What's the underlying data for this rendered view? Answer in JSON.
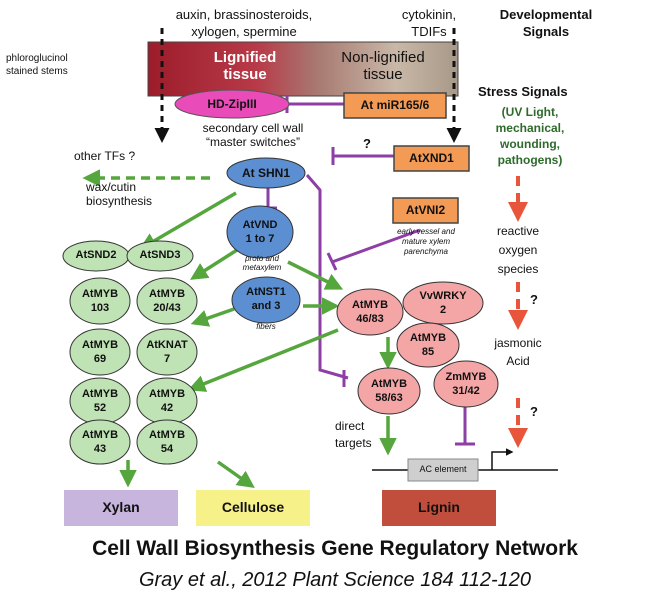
{
  "developmental_signals": {
    "left_signals": [
      "auxin, brassinosteroids,",
      "xylogen, spermine"
    ],
    "right_signals": [
      "cytokinin,",
      "TDIFs"
    ],
    "label": [
      "Developmental",
      "Signals"
    ]
  },
  "stem_bar": {
    "side_label": [
      "phloroglucinol",
      "stained stems"
    ],
    "lignified": [
      "Lignified",
      "tissue"
    ],
    "non_lignified": [
      "Non-lignified",
      "tissue"
    ]
  },
  "stress_signals": {
    "title": "Stress Signals",
    "items": [
      "(UV Light,",
      "mechanical,",
      "wounding,",
      "pathogens)"
    ]
  },
  "nodes": {
    "hdzip": "HD-ZipIII",
    "mir165": "At miR165/6",
    "master_switch_label": [
      "secondary cell wall",
      "“master switches”"
    ],
    "axnd1": "AtXND1",
    "other_tfs": "other TFs ?",
    "wax": [
      "wax/cutin",
      "biosynthesis"
    ],
    "shn1": "At SHN1",
    "vnd": [
      "AtVND",
      "1 to 7"
    ],
    "vnd_note": [
      "proto and",
      "metaxylem"
    ],
    "nst": [
      "AtNST1",
      "and 3"
    ],
    "nst_note": "fibers",
    "avni2": "AtVNI2",
    "avni2_note": [
      "early vessel and",
      "mature xylem",
      "parenchyma"
    ],
    "snd2": "AtSND2",
    "snd3": "AtSND3",
    "myb103": [
      "AtMYB",
      "103"
    ],
    "myb2043": [
      "AtMYB",
      "20/43"
    ],
    "myb69": [
      "AtMYB",
      "69"
    ],
    "knat7": [
      "AtKNAT",
      "7"
    ],
    "myb52": [
      "AtMYB",
      "52"
    ],
    "myb42": [
      "AtMYB",
      "42"
    ],
    "myb43": [
      "AtMYB",
      "43"
    ],
    "myb54": [
      "AtMYB",
      "54"
    ],
    "myb4683": [
      "AtMYB",
      "46/83"
    ],
    "vvwrky": [
      "VvWRKY",
      "2"
    ],
    "myb85": [
      "AtMYB",
      "85"
    ],
    "myb5863": [
      "AtMYB",
      "58/63"
    ],
    "zmmyb": [
      "ZmMYB",
      "31/42"
    ],
    "ros": [
      "reactive",
      "oxygen",
      "species"
    ],
    "ja": [
      "jasmonic",
      "Acid"
    ],
    "q_shn": "?",
    "q_ros": "?",
    "q_ja": "?",
    "direct_targets": [
      "direct",
      "targets"
    ],
    "ac_element": "AC element"
  },
  "outputs": {
    "xylan": "Xylan",
    "cellulose": "Cellulose",
    "lignin": "Lignin"
  },
  "footer": {
    "title": "Cell Wall Biosynthesis Gene Regulatory Network",
    "citation": "Gray et al., 2012 Plant Science 184 112-120"
  },
  "colors": {
    "green_node": "#bfe3b4",
    "blue_node": "#5b8fd1",
    "pink_node": "#f4a6a6",
    "magenta_node": "#e94bb8",
    "orange_box": "#f39a55",
    "green_arrow": "#55a63d",
    "purple_line": "#8e3fa6",
    "red_dash": "#e8553b",
    "xylan_box": "#c7b5de",
    "cellulose_box": "#f6f188",
    "lignin_box": "#c14d3c"
  }
}
